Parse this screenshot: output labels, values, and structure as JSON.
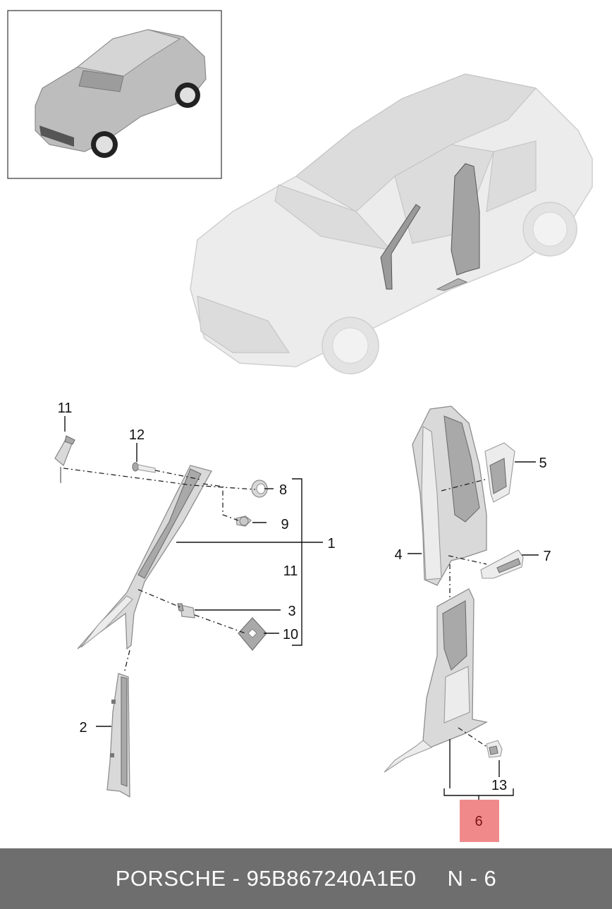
{
  "callouts": {
    "c11a": "11",
    "c12": "12",
    "c8": "8",
    "c9": "9",
    "c1": "1",
    "c11b": "11",
    "c3": "3",
    "c10": "10",
    "c2": "2",
    "c5": "5",
    "c4": "4",
    "c7": "7",
    "c13": "13",
    "c6": "6"
  },
  "highlight": {
    "part_number": "6",
    "color": "#f08a8a"
  },
  "footer": {
    "brand_part": "PORSCHE - 95B867240A1E0",
    "page_ref": "N - 6",
    "background": "#6e6e6e"
  }
}
